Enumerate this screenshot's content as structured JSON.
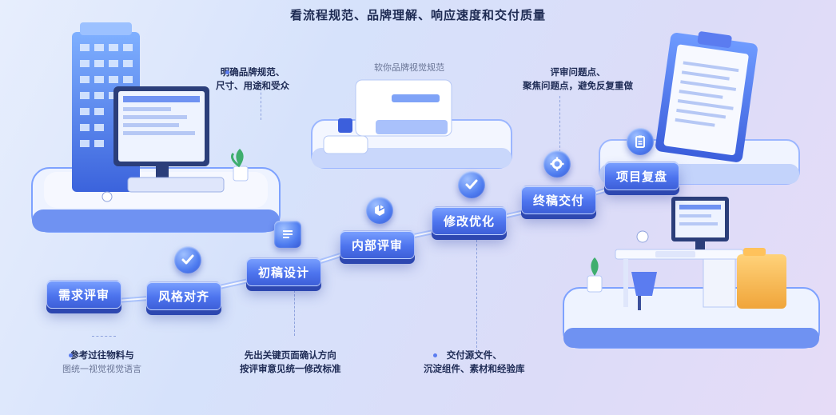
{
  "title": "看流程规范、品牌理解、响应速度和交付质量",
  "steps": [
    {
      "label": "需求评审"
    },
    {
      "label": "风格对齐"
    },
    {
      "label": "初稿设计"
    },
    {
      "label": "内部评审"
    },
    {
      "label": "修改优化"
    },
    {
      "label": "终稿交付"
    },
    {
      "label": "项目复盘"
    }
  ],
  "notes": {
    "brand": [
      "明确品牌规范、",
      "尺寸、用途和受众"
    ],
    "visual": "软你品牌视觉规范",
    "review": [
      "评审问题点、",
      "聚焦问题点，避免反复重做"
    ],
    "reference": [
      "参考过往物料与",
      "图统一视觉视觉语言"
    ],
    "direction": [
      "先出关键页面确认方向",
      "按评审意见统一修改标准"
    ],
    "delivery": [
      "交付源文件、",
      "沉淀组件、素材和经验库"
    ]
  },
  "colors": {
    "accent": "#4d74ee",
    "step_shadow": "#2d47b0",
    "text_dark": "#1d2a52"
  },
  "icons": [
    "check-icon",
    "document-icon",
    "cube-icon",
    "gear-icon",
    "clipboard-icon"
  ]
}
